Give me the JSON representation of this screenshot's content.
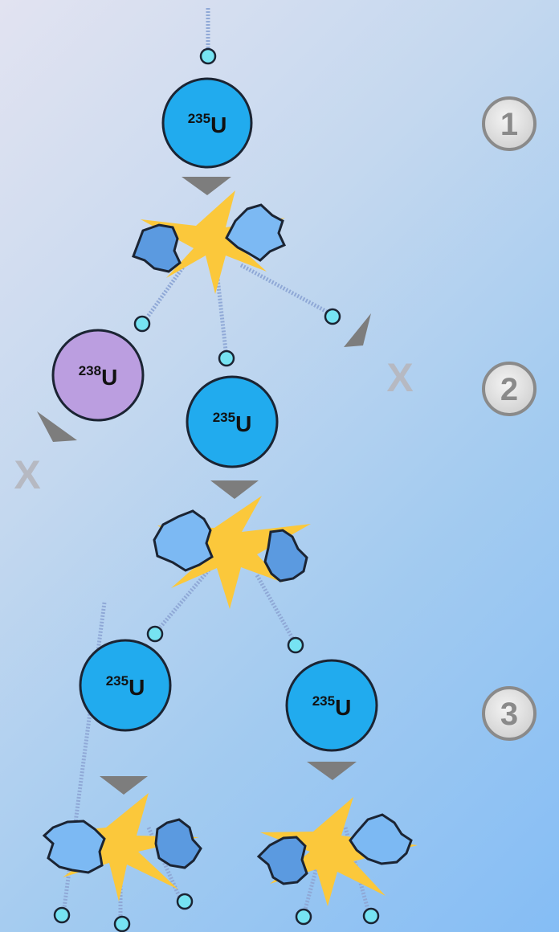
{
  "colors": {
    "u235_fill": "#21abee",
    "u238_fill": "#bb9ee0",
    "fragment_fill": "#7cb9f3",
    "fragment_dark_fill": "#5b9ae0",
    "flash": "#fbc83b",
    "neutron_fill": "#76e3f2",
    "arrow": "#7d7d7d",
    "trail": "#8fa8d6"
  },
  "nuclei": {
    "u235_a": {
      "mass": "235",
      "symbol": "U"
    },
    "u238": {
      "mass": "238",
      "symbol": "U"
    },
    "u235_b": {
      "mass": "235",
      "symbol": "U"
    },
    "u235_c": {
      "mass": "235",
      "symbol": "U"
    },
    "u235_d": {
      "mass": "235",
      "symbol": "U"
    }
  },
  "steps": [
    "1",
    "2",
    "3"
  ],
  "absorbed_marks": [
    "X",
    "X"
  ]
}
